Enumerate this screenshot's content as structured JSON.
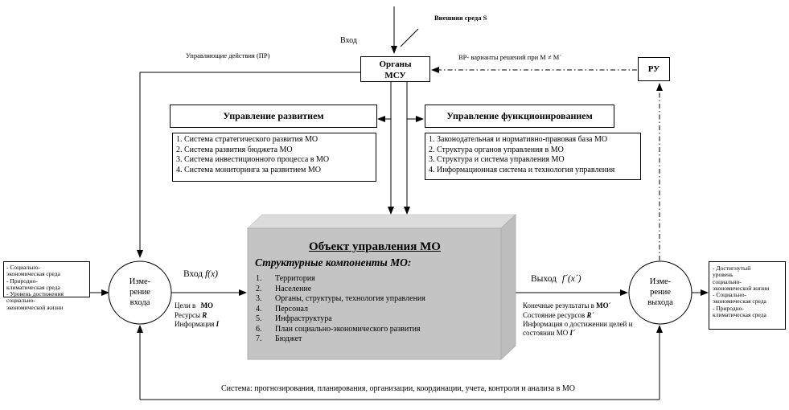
{
  "top": {
    "external_env": "Внешняя среда S",
    "input": "Вход",
    "control_actions": "Управляющие действия (ПР)",
    "vr_label": "ВР- варианты решений при  М ≠ М´"
  },
  "msu": {
    "line1": "Органы",
    "line2": "МСУ"
  },
  "ru": {
    "label": "РУ"
  },
  "development": {
    "title": "Управление развитием",
    "items": [
      "1. Система стратегического развития МО",
      "2. Система развития бюджета  МО",
      "3. Система инвестиционного процесса в МО",
      "4. Система мониторинга за развитием МО"
    ]
  },
  "functioning": {
    "title": "Управление функционированием",
    "items": [
      "1. Законодательная и нормативно-правовая база МО",
      "2. Структура органов управления в МО",
      "3. Структура и система управления МО",
      "4. Информационная система и технология управления"
    ]
  },
  "object": {
    "title": "Объект управления МО",
    "subtitle": "Структурные компоненты МО:",
    "items": [
      {
        "num": "1.",
        "text": "Территория"
      },
      {
        "num": "2.",
        "text": "Население"
      },
      {
        "num": "3.",
        "text": "Органы, структуры, технология управления"
      },
      {
        "num": "4.",
        "text": "Персонал"
      },
      {
        "num": "5.",
        "text": "Инфраструктура"
      },
      {
        "num": "6.",
        "text": "План социально-экономического развития"
      },
      {
        "num": "7.",
        "text": "Бюджет"
      }
    ]
  },
  "input_measure": {
    "line1": "Изме-",
    "line2": "рение",
    "line3": "входа"
  },
  "output_measure": {
    "line1": "Изме-",
    "line2": "рение",
    "line3": "выхода"
  },
  "input_arrow": {
    "label": "Вход",
    "func": "f(x)",
    "goals": "Цели в",
    "goals_v": "МО",
    "resources": "Ресурсы",
    "resources_v": "R",
    "info": "Информация",
    "info_v": "I"
  },
  "output_arrow": {
    "label": "Выход",
    "func": "f´(x´)",
    "line1": "Конечные результаты в",
    "line1_v": "МО´",
    "line2": "Состояние ресурсов",
    "line2_v": "R´",
    "line3": "Информация  о  достижении  целей  и",
    "line4": "состоянии МО",
    "line4_v": "I´"
  },
  "left_inputs": [
    "- Социально-",
    "экономическая среда",
    "- Природно-",
    "климатическая среда",
    "- Уровень достижения",
    "социально-",
    "экономической жизни"
  ],
  "right_outputs": [
    "- Достигнутый",
    "уровень",
    "социально-",
    "экономической жизни",
    "- Социально-",
    "экономическая среда",
    "- Природно-",
    "климатическая среда"
  ],
  "bottom": {
    "system": "Система: прогнозирования, планирования, организации, координации, учета, контроля и анализа в МО"
  }
}
